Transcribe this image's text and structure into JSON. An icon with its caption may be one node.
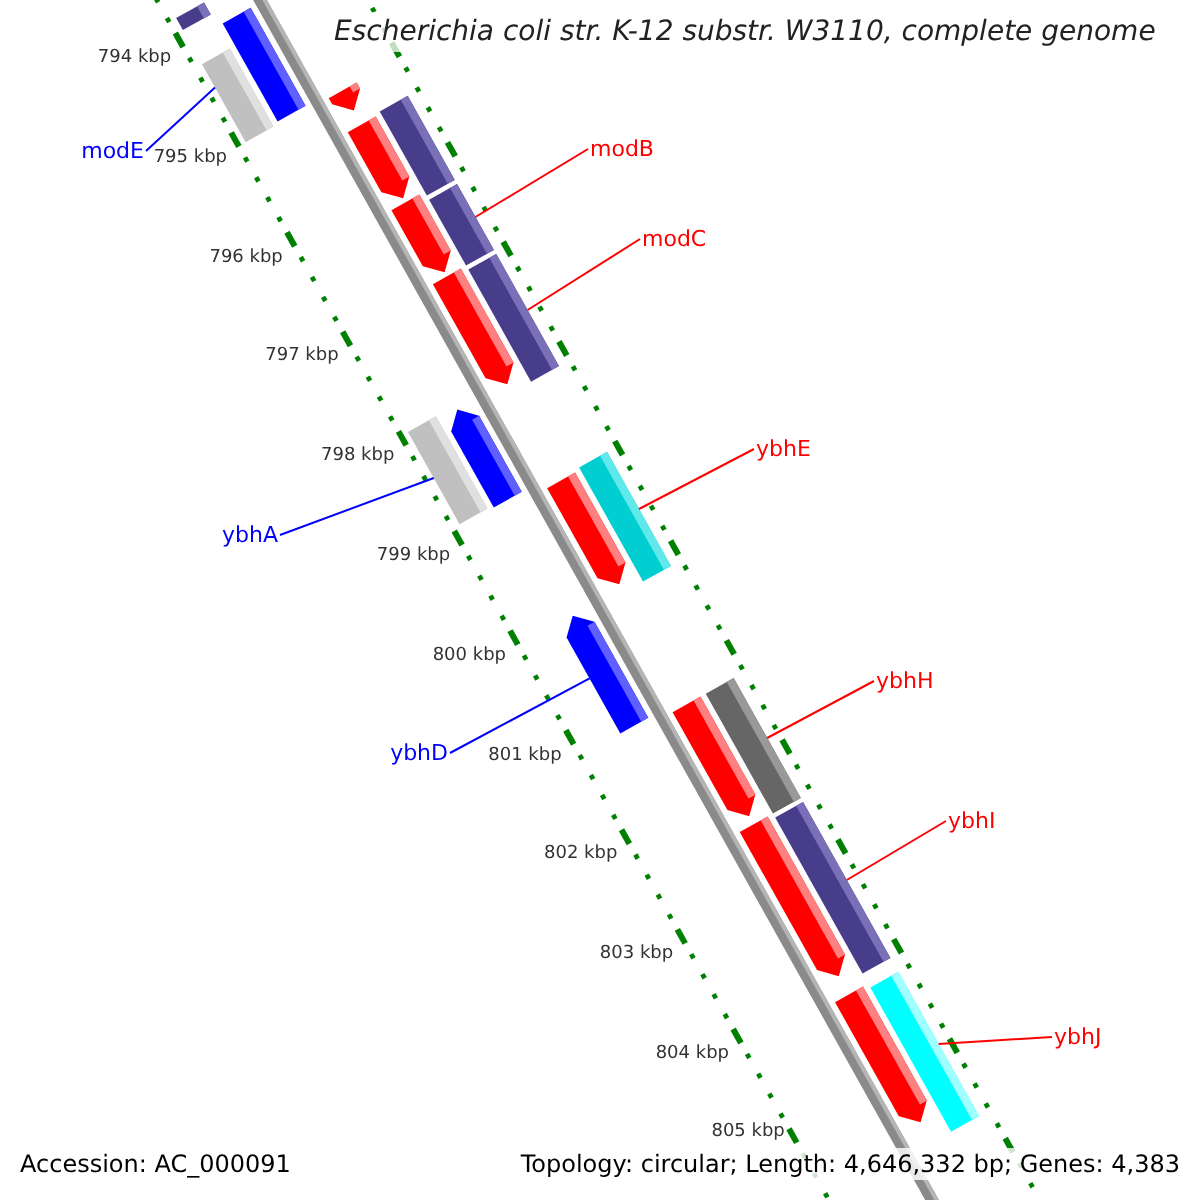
{
  "diagram": {
    "title": "Escherichia coli str. K-12 substr. W3110, complete genome",
    "nodes": [
      {
        "text": [
          "modB"
        ]
      },
      {
        "text": [
          "modE"
        ]
      },
      {
        "text": [
          "modC"
        ]
      },
      {
        "text": [
          "ybhE"
        ]
      },
      {
        "text": [
          "ybhA"
        ]
      },
      {
        "text": [
          "ybhH"
        ]
      },
      {
        "text": [
          "ybhD"
        ]
      },
      {
        "text": [
          "ybhI"
        ]
      },
      {
        "text": [
          "ybhJ"
        ]
      },
      {
        "text": [],
        "shape": "bar"
      },
      {
        "text": [],
        "shape": "bar"
      },
      {
        "text": [],
        "shape": "bar"
      },
      {
        "text": [],
        "shape": "pentagon"
      },
      {
        "text": [],
        "shape": "bar"
      },
      {
        "text": [],
        "shape": "pentagon"
      },
      {
        "text": [],
        "shape": "pentagon"
      },
      {
        "text": [],
        "shape": "bar"
      },
      {
        "text": [],
        "shape": "pentagon"
      },
      {
        "text": [],
        "shape": "bar"
      },
      {
        "text": [],
        "shape": "bar"
      },
      {
        "text": [],
        "shape": "pentagon"
      },
      {
        "text": [],
        "shape": "bar"
      },
      {
        "text": [],
        "shape": "pentagon"
      },
      {
        "text": [],
        "shape": "pentagon"
      },
      {
        "text": [],
        "shape": "pentagon"
      },
      {
        "text": [],
        "shape": "bar"
      },
      {
        "text": [],
        "shape": "pentagon"
      },
      {
        "text": [],
        "shape": "bar"
      },
      {
        "text": [],
        "shape": "pentagon"
      },
      {
        "text": [],
        "shape": "bar"
      }
    ],
    "edges": [
      {
        "from": 0,
        "to": 16,
        "arrow": "none"
      },
      {
        "from": 1,
        "to": 11,
        "arrow": "none",
        "color": "#0000ff"
      },
      {
        "from": 2,
        "to": 18,
        "arrow": "none"
      },
      {
        "from": 3,
        "to": 21,
        "arrow": "none"
      },
      {
        "from": 4,
        "to": 19,
        "arrow": "none",
        "color": "#0000ff"
      },
      {
        "from": 5,
        "to": 25,
        "arrow": "none"
      },
      {
        "from": 6,
        "to": 23,
        "arrow": "none",
        "color": "#0000ff"
      },
      {
        "from": 7,
        "to": 27,
        "arrow": "none"
      },
      {
        "from": 8,
        "to": 29,
        "arrow": "none"
      }
    ],
    "labels": [
      "794 kbp",
      "795 kbp",
      "796 kbp",
      "797 kbp",
      "798 kbp",
      "799 kbp",
      "800 kbp",
      "801 kbp",
      "802 kbp",
      "803 kbp",
      "804 kbp",
      "805 kbp",
      "Accession: AC_000091",
      "Topology: circular; Length: 4,646,332 bp; Genes: 4,383"
    ]
  }
}
